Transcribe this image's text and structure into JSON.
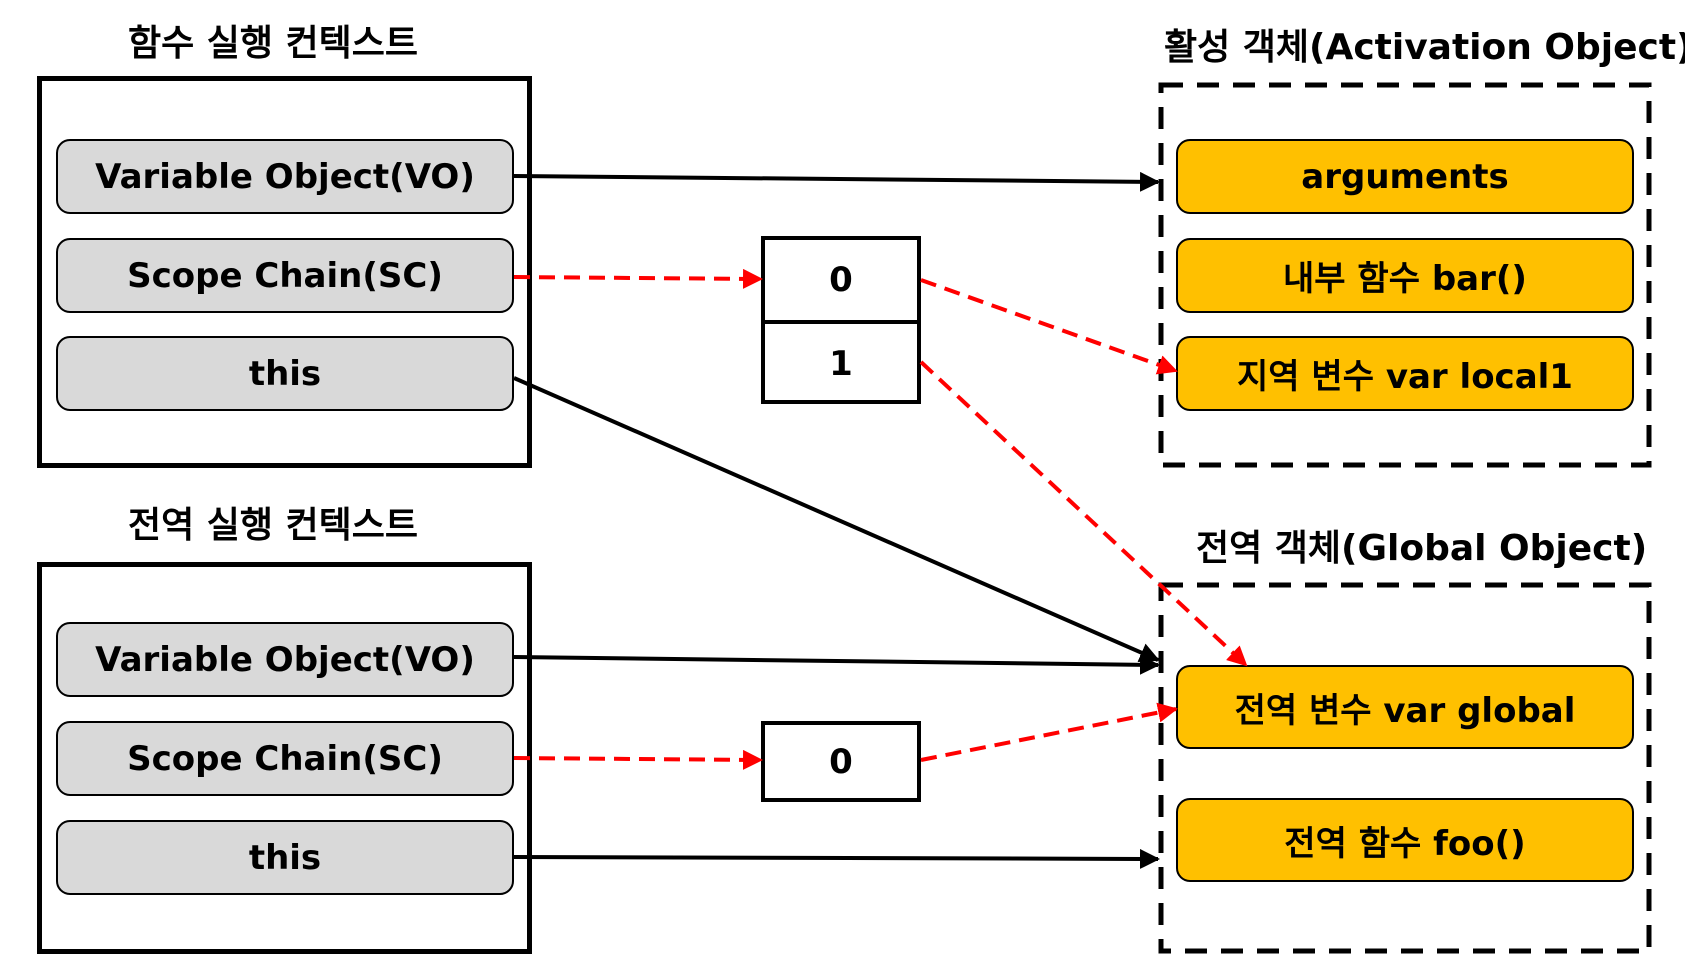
{
  "function_context": {
    "title": "함수 실행 컨텍스트",
    "items": [
      {
        "label": "Variable Object(VO)"
      },
      {
        "label": "Scope Chain(SC)"
      },
      {
        "label": "this"
      }
    ],
    "scope_chain": [
      "0",
      "1"
    ]
  },
  "global_context": {
    "title": "전역 실행 컨텍스트",
    "items": [
      {
        "label": "Variable Object(VO)"
      },
      {
        "label": "Scope Chain(SC)"
      },
      {
        "label": "this"
      }
    ],
    "scope_chain": [
      "0"
    ]
  },
  "activation_object": {
    "title": "활성 객체(Activation Object)",
    "items": [
      {
        "label": "arguments"
      },
      {
        "label": "내부 함수 bar()"
      },
      {
        "label": "지역 변수 var local1"
      }
    ]
  },
  "global_object": {
    "title": "전역 객체(Global Object)",
    "items": [
      {
        "label": "전역 변수 var global"
      },
      {
        "label": "전역 함수 foo()"
      }
    ]
  },
  "colors": {
    "context_item_fill": "#d9d9d9",
    "object_item_fill": "#ffc000",
    "solid_arrow": "#000000",
    "scope_arrow": "#ff0000"
  }
}
